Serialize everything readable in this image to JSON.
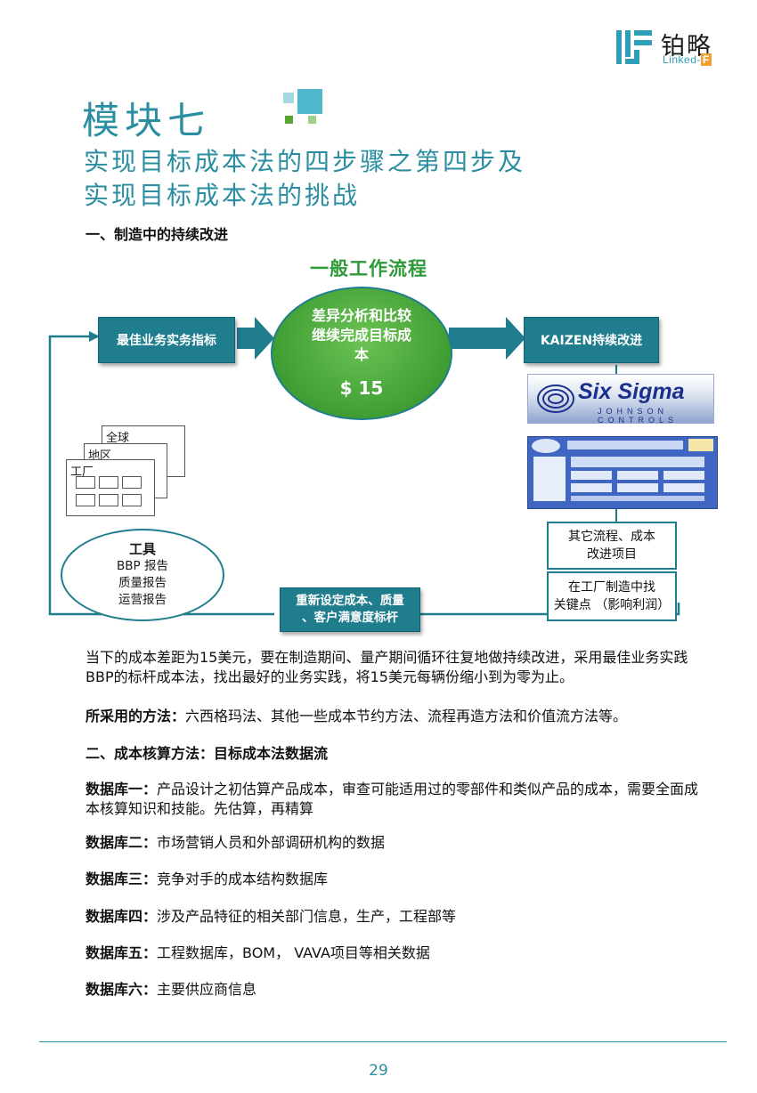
{
  "logo": {
    "cn": "铂略",
    "en": "Linked-",
    "en_f": "F",
    "colors": {
      "mark": "#2f9fb8",
      "accent": "#f0a030"
    }
  },
  "header": {
    "module_title": "模块七",
    "subtitle_line1": "实现目标成本法的四步骤之第四步及",
    "subtitle_line2": "实现目标成本法的挑战"
  },
  "section1": {
    "heading": "一、制造中的持续改进"
  },
  "diagram": {
    "title": "一般工作流程",
    "best_practice": "最佳业务实务指标",
    "center_line1": "差异分析和比较",
    "center_line2": "继续完成目标成",
    "center_line3": "本",
    "center_amount": "$ 15",
    "kaizen": "KAIZEN持续改进",
    "six_sigma": "Six Sigma",
    "johnson": "JOHNSON CONTROLS",
    "other_l1": "其它流程、成本",
    "other_l2": "改进项目",
    "factory_l1": "在工厂制造中找",
    "factory_l2": "关键点 （影响利润）",
    "reset_l1": "重新设定成本、质量",
    "reset_l2": "、客户满意度标杆",
    "card_global": "全球",
    "card_region": "地区",
    "card_factory": "工厂",
    "tools_head": "工具",
    "tools": [
      "BBP 报告",
      "质量报告",
      "运营报告"
    ],
    "colors": {
      "teal": "#1f7d8e",
      "green": "#3f9e33",
      "title_green": "#2e9a3a"
    }
  },
  "body": {
    "p1": "当下的成本差距为15美元，要在制造期间、量产期间循环往复地做持续改进，采用最佳业务实践BBP的标杆成本法，找出最好的业务实践，将15美元每辆份缩小到为零为止。",
    "method_label": "所采用的方法：",
    "method_text": "六西格玛法、其他一些成本节约方法、流程再造方法和价值流方法等。",
    "section2_heading": "二、成本核算方法：目标成本法数据流",
    "db1_label": "数据库一：",
    "db1_text": "产品设计之初估算产品成本，审查可能适用过的零部件和类似产品的成本，需要全面成本核算知识和技能。先估算，再精算",
    "db2_label": "数据库二：",
    "db2_text": "市场营销人员和外部调研机构的数据",
    "db3_label": "数据库三：",
    "db3_text": "竞争对手的成本结构数据库",
    "db4_label": "数据库四：",
    "db4_text": "涉及产品特征的相关部门信息，生产，工程部等",
    "db5_label": "数据库五：",
    "db5_text": "工程数据库，BOM， VAVA项目等相关数据",
    "db6_label": "数据库六：",
    "db6_text": "主要供应商信息"
  },
  "footer": {
    "page_number": "29"
  }
}
